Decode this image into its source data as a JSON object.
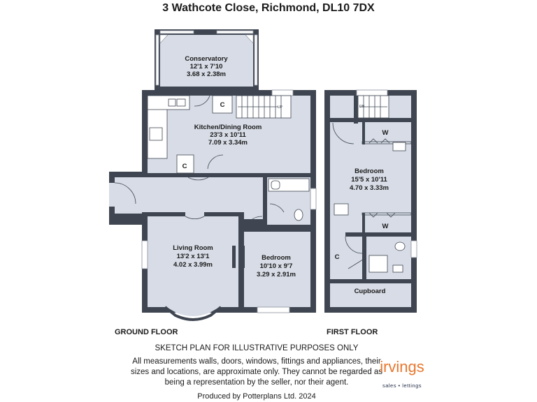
{
  "title": "3 Wathcote Close, Richmond, DL10 7DX",
  "rooms": {
    "conservatory": {
      "name": "Conservatory",
      "imperial": "12'1 x 7'10",
      "metric": "3.68 x 2.38m"
    },
    "kitchen": {
      "name": "Kitchen/Dining Room",
      "imperial": "23'3 x 10'11",
      "metric": "7.09 x 3.34m"
    },
    "living": {
      "name": "Living Room",
      "imperial": "13'2 x 13'1",
      "metric": "4.02 x 3.99m"
    },
    "bedroom_ground": {
      "name": "Bedroom",
      "imperial": "10'10 x 9'7",
      "metric": "3.29 x 2.91m"
    },
    "bedroom_first": {
      "name": "Bedroom",
      "imperial": "15'5 x 10'11",
      "metric": "4.70 x 3.33m"
    },
    "cupboard": {
      "name": "Cupboard"
    }
  },
  "marks": {
    "c": "C",
    "w": "W",
    "up": "UP",
    "dn": "DN"
  },
  "floors": {
    "ground": "GROUND FLOOR",
    "first": "FIRST FLOOR"
  },
  "sketch_note": "SKETCH PLAN FOR ILLUSTRATIVE PURPOSES ONLY",
  "disclaimer": [
    "All measurements walls, doors, windows, fittings and appliances, their",
    "sizes and locations, are approximate only. They cannot be regarded as",
    "being a representation by the seller, nor their agent."
  ],
  "logo": {
    "name": "irvings",
    "tagline": "sales • lettings"
  },
  "colors": {
    "wall": "#3f4651",
    "floor": "#d7dce6",
    "brand": "#e8772e"
  },
  "credit": "Produced by Potterplans Ltd. 2024"
}
